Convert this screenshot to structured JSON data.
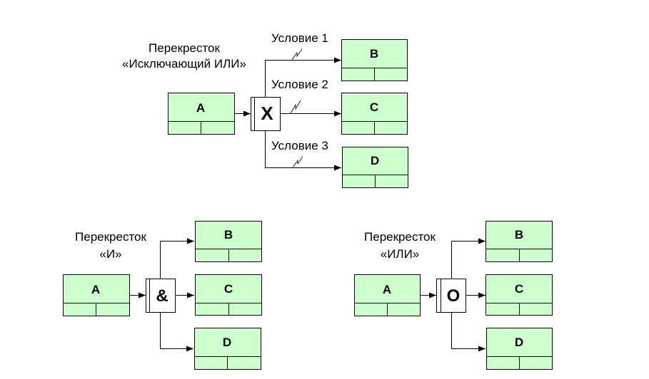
{
  "colors": {
    "box_fill": "#ccffcc",
    "stroke": "#000000",
    "junction_fill": "#ffffff"
  },
  "diagrams": [
    {
      "name": "xor",
      "title_line1": "Перекресток",
      "title_line2": "«Исключающий ИЛИ»",
      "junction_symbol": "X",
      "source": "A",
      "targets": [
        "B",
        "C",
        "D"
      ],
      "conditions": [
        "Условие 1",
        "Условие 2",
        "Условие 3"
      ]
    },
    {
      "name": "and",
      "title_line1": "Перекресток",
      "title_line2": "«И»",
      "junction_symbol": "&",
      "source": "A",
      "targets": [
        "B",
        "C",
        "D"
      ]
    },
    {
      "name": "or",
      "title_line1": "Перекресток",
      "title_line2": "«ИЛИ»",
      "junction_symbol": "O",
      "source": "A",
      "targets": [
        "B",
        "C",
        "D"
      ]
    }
  ]
}
